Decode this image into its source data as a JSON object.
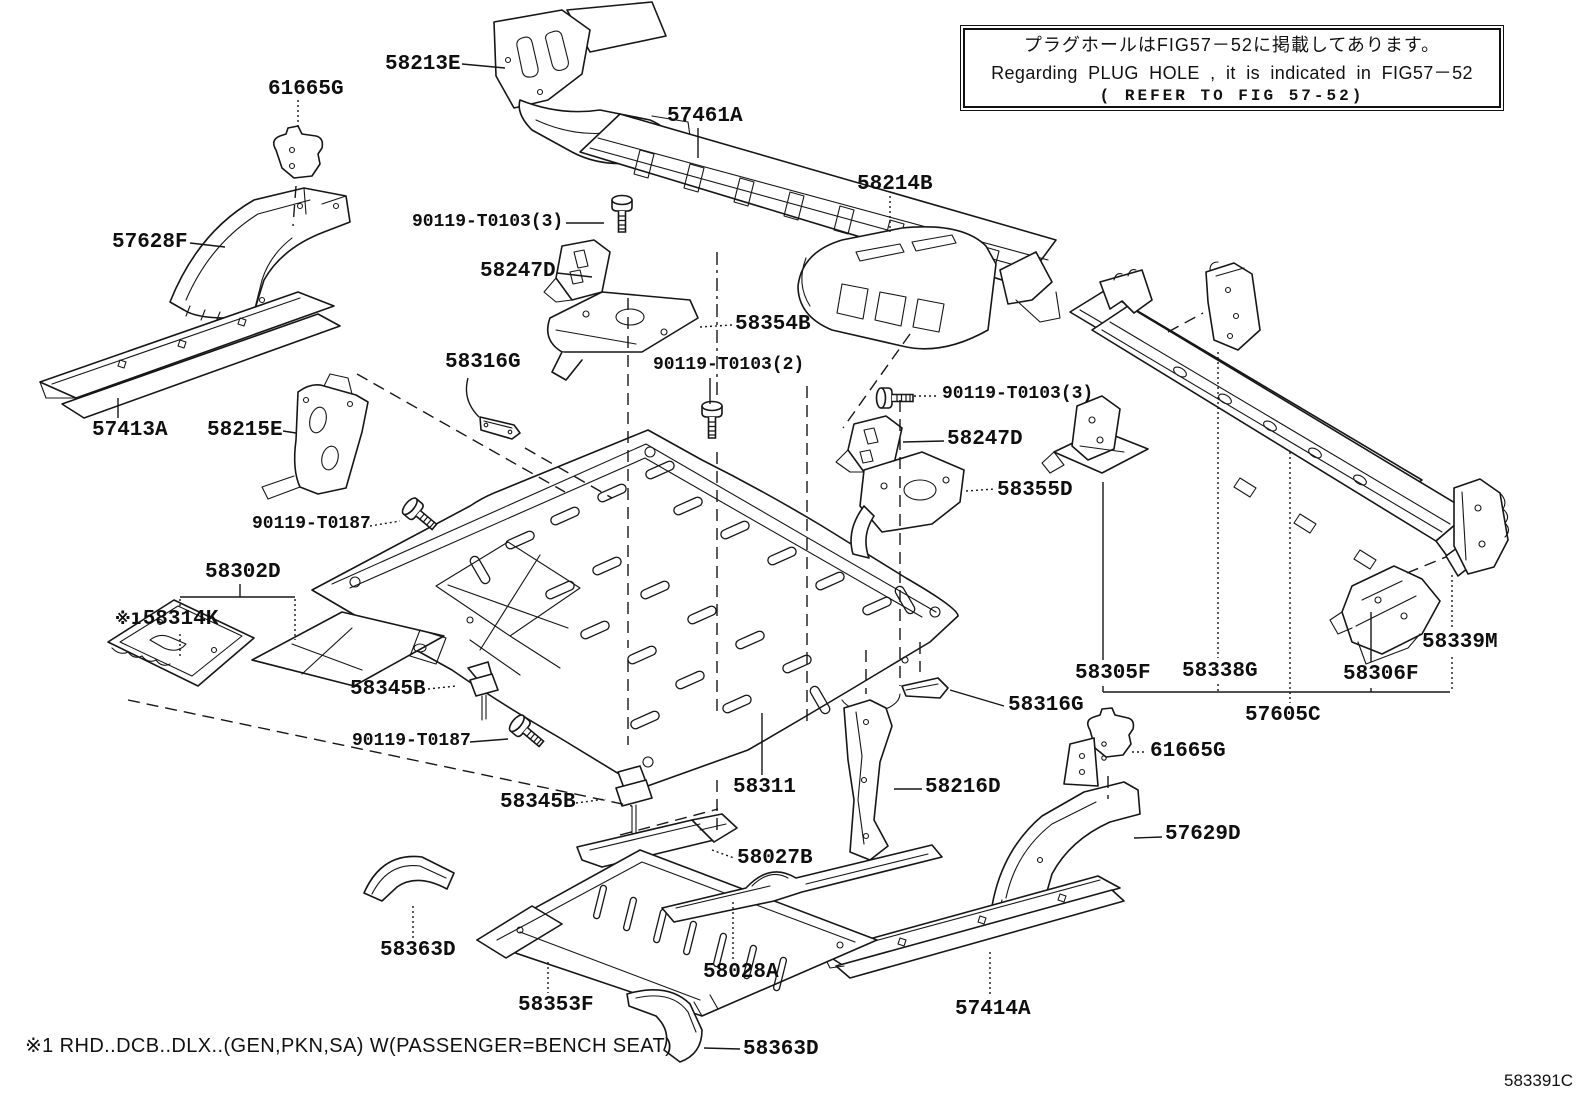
{
  "note_box": {
    "line1": "プラグホールはFIG57－52に掲載してあります。",
    "line2": "Regarding PLUG HOLE , it is indicated in FIG57－52",
    "line3": "( REFER TO FIG 57-52)"
  },
  "footnote": "※1 RHD..DCB..DLX..(GEN,PKN,SA) W(PASSENGER=BENCH SEAT)",
  "diagram_code": "583391C",
  "colors": {
    "ink": "#161616",
    "background": "#ffffff"
  },
  "part_labels": [
    {
      "text": "58213E",
      "kind": "part"
    },
    {
      "text": "61665G",
      "kind": "part"
    },
    {
      "text": "57461A",
      "kind": "part"
    },
    {
      "text": "58214B",
      "kind": "part"
    },
    {
      "text": "57628F",
      "kind": "part"
    },
    {
      "text": "90119-T0103(3)",
      "kind": "fastener"
    },
    {
      "text": "58247D",
      "kind": "part"
    },
    {
      "text": "58354B",
      "kind": "part"
    },
    {
      "text": "58316G",
      "kind": "part"
    },
    {
      "text": "90119-T0103(2)",
      "kind": "fastener"
    },
    {
      "text": "90119-T0103(3)",
      "kind": "fastener"
    },
    {
      "text": "57413A",
      "kind": "part"
    },
    {
      "text": "58215E",
      "kind": "part"
    },
    {
      "text": "58247D",
      "kind": "part"
    },
    {
      "text": "58355D",
      "kind": "part"
    },
    {
      "text": "90119-T0187",
      "kind": "fastener"
    },
    {
      "text": "58302D",
      "kind": "part"
    },
    {
      "prefix": "※1",
      "text": "58314K",
      "kind": "part"
    },
    {
      "text": "58345B",
      "kind": "part"
    },
    {
      "text": "90119-T0187",
      "kind": "fastener"
    },
    {
      "text": "58316G",
      "kind": "part"
    },
    {
      "text": "58305F",
      "kind": "part"
    },
    {
      "text": "58338G",
      "kind": "part"
    },
    {
      "text": "58306F",
      "kind": "part"
    },
    {
      "text": "58339M",
      "kind": "part"
    },
    {
      "text": "57605C",
      "kind": "part"
    },
    {
      "text": "61665G",
      "kind": "part"
    },
    {
      "text": "58311",
      "kind": "part"
    },
    {
      "text": "58216D",
      "kind": "part"
    },
    {
      "text": "58345B",
      "kind": "part"
    },
    {
      "text": "57629D",
      "kind": "part"
    },
    {
      "text": "58027B",
      "kind": "part"
    },
    {
      "text": "58363D",
      "kind": "part"
    },
    {
      "text": "58028A",
      "kind": "part"
    },
    {
      "text": "58353F",
      "kind": "part"
    },
    {
      "text": "57414A",
      "kind": "part"
    },
    {
      "text": "58363D",
      "kind": "part"
    }
  ]
}
